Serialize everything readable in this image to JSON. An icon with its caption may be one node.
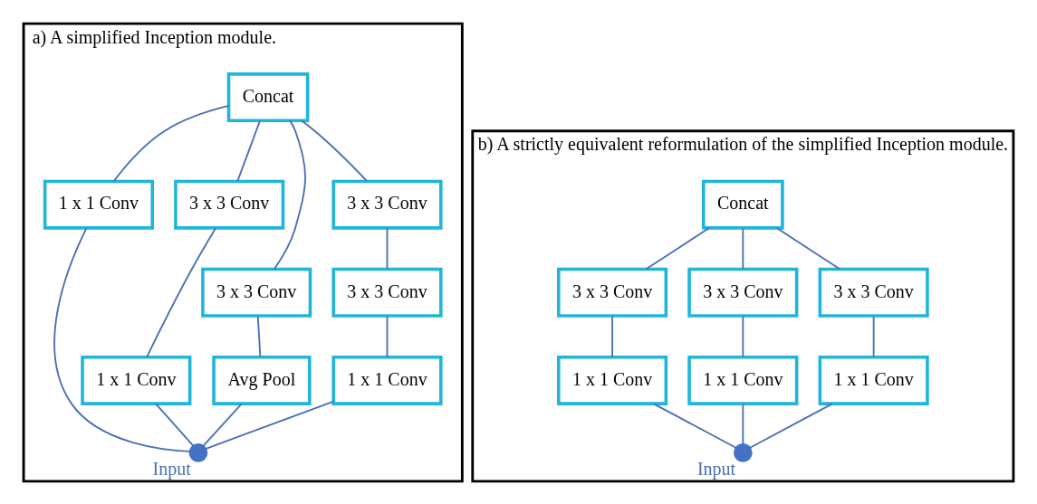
{
  "diagram": {
    "nodes": [
      {
        "text": [
          "a) A simplified Inception module."
        ]
      },
      {
        "text": [
          "Concat"
        ],
        "in": 0
      },
      {
        "text": [
          "1 x 1 Conv"
        ],
        "in": 0
      },
      {
        "text": [
          "3 x 3 Conv"
        ],
        "in": 0
      },
      {
        "text": [
          "1 x 1 Conv"
        ],
        "in": 0
      },
      {
        "text": [
          "3 x 3 Conv"
        ],
        "in": 0
      },
      {
        "text": [
          "Avg Pool"
        ],
        "in": 0
      },
      {
        "text": [
          "3 x 3 Conv"
        ],
        "in": 0
      },
      {
        "text": [
          "3 x 3 Conv"
        ],
        "in": 0
      },
      {
        "text": [
          "1 x 1 Conv"
        ],
        "in": 0
      },
      {
        "text": [],
        "shape": "circle",
        "beside": [
          "Input"
        ],
        "in": 0
      },
      {
        "text": [
          "b) A strictly equivalent reformulation of the simplified Inception module."
        ]
      },
      {
        "text": [
          "Concat"
        ],
        "in": 11
      },
      {
        "text": [
          "3 x 3 Conv"
        ],
        "in": 11
      },
      {
        "text": [
          "3 x 3 Conv"
        ],
        "in": 11
      },
      {
        "text": [
          "3 x 3 Conv"
        ],
        "in": 11
      },
      {
        "text": [
          "1 x 1 Conv"
        ],
        "in": 11
      },
      {
        "text": [
          "1 x 1 Conv"
        ],
        "in": 11
      },
      {
        "text": [
          "1 x 1 Conv"
        ],
        "in": 11
      },
      {
        "text": [],
        "shape": "circle",
        "beside": [
          "Input"
        ],
        "in": 11
      }
    ],
    "edges": [
      {
        "from": 10,
        "to": 2,
        "arrow": "none"
      },
      {
        "from": 10,
        "to": 4,
        "arrow": "none"
      },
      {
        "from": 10,
        "to": 6,
        "arrow": "none"
      },
      {
        "from": 10,
        "to": 9,
        "arrow": "none"
      },
      {
        "from": 4,
        "to": 3,
        "arrow": "none"
      },
      {
        "from": 6,
        "to": 5,
        "arrow": "none"
      },
      {
        "from": 9,
        "to": 8,
        "arrow": "none"
      },
      {
        "from": 8,
        "to": 7,
        "arrow": "none"
      },
      {
        "from": 2,
        "to": 1,
        "arrow": "none"
      },
      {
        "from": 3,
        "to": 1,
        "arrow": "none"
      },
      {
        "from": 5,
        "to": 1,
        "arrow": "none"
      },
      {
        "from": 7,
        "to": 1,
        "arrow": "none"
      },
      {
        "from": 19,
        "to": 16,
        "arrow": "none"
      },
      {
        "from": 19,
        "to": 17,
        "arrow": "none"
      },
      {
        "from": 19,
        "to": 18,
        "arrow": "none"
      },
      {
        "from": 16,
        "to": 13,
        "arrow": "none"
      },
      {
        "from": 17,
        "to": 14,
        "arrow": "none"
      },
      {
        "from": 18,
        "to": 15,
        "arrow": "none"
      },
      {
        "from": 13,
        "to": 12,
        "arrow": "none"
      },
      {
        "from": 14,
        "to": 12,
        "arrow": "none"
      },
      {
        "from": 15,
        "to": 12,
        "arrow": "none"
      }
    ]
  }
}
